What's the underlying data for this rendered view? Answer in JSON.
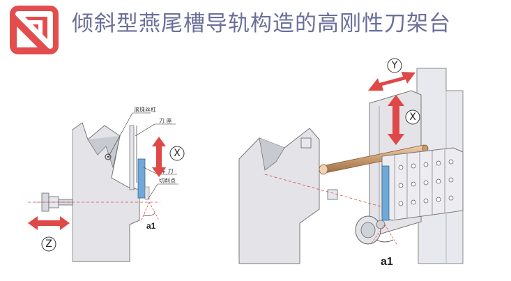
{
  "header": {
    "title": "倾斜型燕尾槽导轨构造的高刚性刀架台",
    "logo_icon": "red-corner-arrow-logo",
    "accent_color": "#e44d4d",
    "title_color": "#6a6f9a"
  },
  "left_diagram": {
    "labels": {
      "ball_screw": "滚珠丝杠",
      "tool_post": "刀 座",
      "cutter": "车 刀",
      "cutting_point": "切削点",
      "a1": "a1",
      "axis_x": "X",
      "axis_z": "Z"
    }
  },
  "right_diagram": {
    "labels": {
      "axis_y": "Y",
      "axis_x": "X",
      "a1": "a1"
    }
  },
  "colors": {
    "machine_gray": "#e3e3e8",
    "machine_shadow": "#b9bcc5",
    "arrow_red": "#e04848",
    "tool_blue": "#6fa9d8",
    "screw_bronze": "#c89a6e"
  }
}
